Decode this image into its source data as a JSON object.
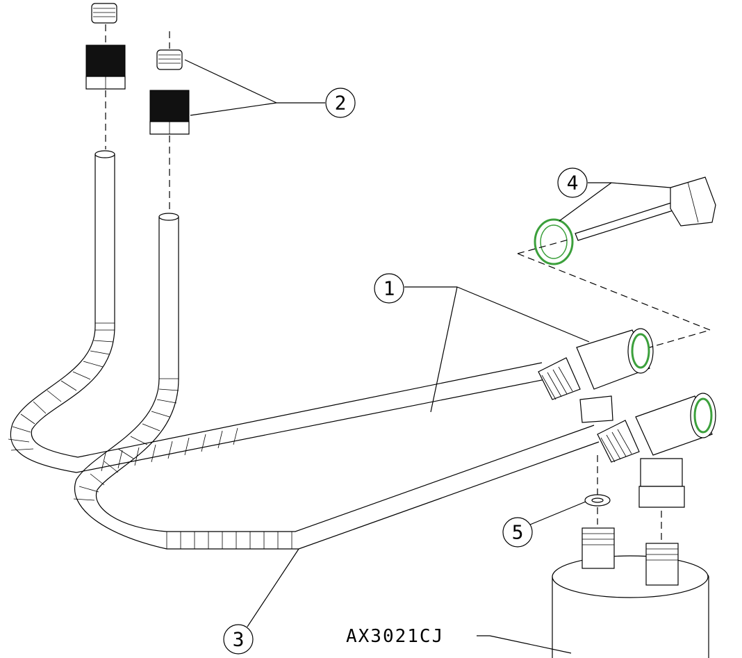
{
  "callouts": {
    "c1": "1",
    "c2": "2",
    "c3": "3",
    "c4": "4",
    "c5": "5"
  },
  "model_label": "AX3021CJ",
  "colors": {
    "line": "#000000",
    "accent_seal": "#3ca03c",
    "nut_fill": "#111111",
    "background": "#ffffff"
  }
}
